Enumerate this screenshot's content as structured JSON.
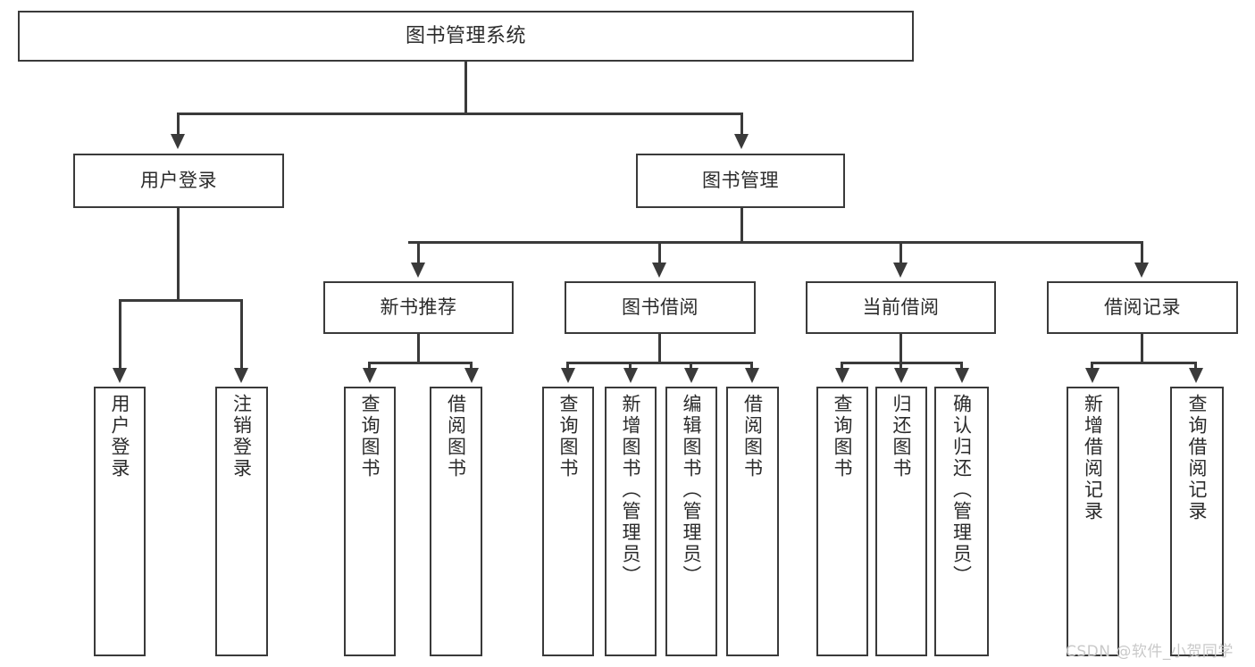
{
  "diagram": {
    "title": "图书管理系统",
    "type": "hierarchy-tree",
    "accent_color": "#3a3a3a",
    "background_color": "#ffffff",
    "root": {
      "id": "root",
      "label": "图书管理系统"
    },
    "level2": [
      {
        "id": "user-login",
        "label": "用户登录"
      },
      {
        "id": "book-management",
        "label": "图书管理"
      }
    ],
    "level3": [
      {
        "id": "new-book-recommend",
        "label": "新书推荐",
        "parent": "book-management"
      },
      {
        "id": "book-borrow",
        "label": "图书借阅",
        "parent": "book-management"
      },
      {
        "id": "current-borrow",
        "label": "当前借阅",
        "parent": "book-management"
      },
      {
        "id": "borrow-record",
        "label": "借阅记录",
        "parent": "book-management"
      }
    ],
    "leaves": {
      "user-login": [
        {
          "id": "leaf-user-login",
          "label": "用户登录"
        },
        {
          "id": "leaf-logout-login",
          "label": "注销登录"
        }
      ],
      "new-book-recommend": [
        {
          "id": "leaf-query-book-1",
          "label": "查询图书"
        },
        {
          "id": "leaf-borrow-book-1",
          "label": "借阅图书"
        }
      ],
      "book-borrow": [
        {
          "id": "leaf-query-book-2",
          "label": "查询图书"
        },
        {
          "id": "leaf-add-book",
          "label": "新增图书（管理员）"
        },
        {
          "id": "leaf-edit-book",
          "label": "编辑图书（管理员）"
        },
        {
          "id": "leaf-borrow-book-2",
          "label": "借阅图书"
        }
      ],
      "current-borrow": [
        {
          "id": "leaf-query-book-3",
          "label": "查询图书"
        },
        {
          "id": "leaf-return-book",
          "label": "归还图书"
        },
        {
          "id": "leaf-confirm-return",
          "label": "确认归还（管理员）"
        }
      ],
      "borrow-record": [
        {
          "id": "leaf-add-record",
          "label": "新增借阅记录"
        },
        {
          "id": "leaf-query-record",
          "label": "查询借阅记录"
        }
      ]
    }
  },
  "watermark": {
    "text": "CSDN @软件_小贺同学"
  }
}
